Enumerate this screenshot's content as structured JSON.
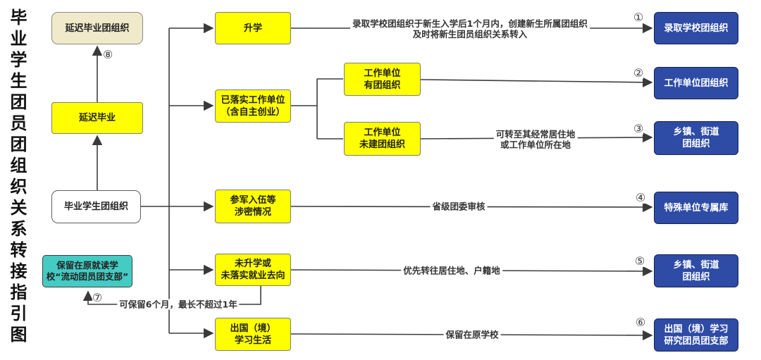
{
  "title": "毕业学生团员团组织关系转接指引图",
  "colors": {
    "yellow": "#FFFF00",
    "blue": "#2E4BA5",
    "cyan": "#44CBC4",
    "beige": "#F0EACA",
    "line": "#3D3D3D"
  },
  "left": {
    "delayed_org": {
      "label": "延迟毕业团组织"
    },
    "delayed": {
      "label": "延迟毕业"
    },
    "source": {
      "label": "毕业学生团组织"
    },
    "retain": {
      "line1": "保留在原就读学",
      "line2": "校“流动团员团支部”"
    },
    "retain_note": "可保留6个月，最长不超过1年",
    "num7": "⑦",
    "num8": "⑧"
  },
  "middle": {
    "further_study": {
      "label": "升学"
    },
    "employed": {
      "line1": "已落实工作单位",
      "line2": "（含自主创业）"
    },
    "employer_has_org": {
      "line1": "工作单位",
      "line2": "有团组织"
    },
    "employer_no_org": {
      "line1": "工作单位",
      "line2": "未建团组织"
    },
    "military": {
      "line1": "参军入伍等",
      "line2": "涉密情况"
    },
    "not_employed": {
      "line1": "未升学或",
      "line2": "未落实就业去向"
    },
    "abroad": {
      "line1": "出国（境）",
      "line2": "学习生活"
    }
  },
  "annotations": {
    "admission_line1": "录取学校团组织于新生入学后1个月内，创建新生所属团组织",
    "admission_line2": "及时将新生团员组织关系转入",
    "residence_line1": "可转至其经常居住地",
    "residence_line2": "或工作单位所在地",
    "province_review": "省级团委审核",
    "priority_transfer": "优先转往居住地、户籍地",
    "keep_school": "保留在原学校"
  },
  "right": {
    "r1": {
      "num": "①",
      "label": "录取学校团组织"
    },
    "r2": {
      "num": "②",
      "label": "工作单位团组织"
    },
    "r3": {
      "num": "③",
      "line1": "乡镇、街道",
      "line2": "团组织"
    },
    "r4": {
      "num": "④",
      "label": "特殊单位专属库"
    },
    "r5": {
      "num": "⑤",
      "line1": "乡镇、街道",
      "line2": "团组织"
    },
    "r6": {
      "num": "⑥",
      "line1": "出国（境）学习",
      "line2": "研究团员团支部"
    }
  }
}
